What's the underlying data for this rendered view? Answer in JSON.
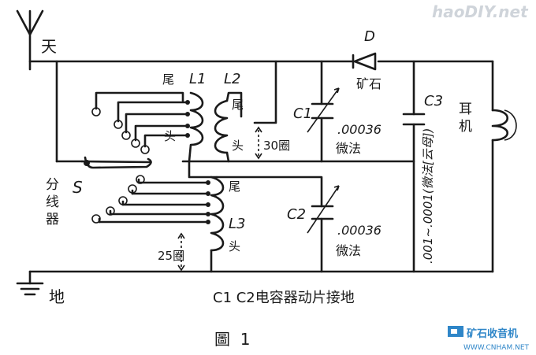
{
  "watermark_top": {
    "text": "haoDIY.net"
  },
  "watermark_bottom": {
    "line1": "矿石收音机",
    "line2": "WWW.CNHAM.NET"
  },
  "colors": {
    "ink": "#1a1a1a",
    "watermark": "#cfd4da",
    "watermark_badge": "#2f86c8",
    "background": "#ffffff"
  },
  "diagram": {
    "caption": "圖  1",
    "antenna_label": "天",
    "ground_label": "地",
    "tapper_label": "分\n线\n器",
    "switch_label": "S",
    "diode": {
      "id": "D",
      "label": "矿石"
    },
    "c3": {
      "id": "C3",
      "value": ".001~.0001(微法[云母])"
    },
    "earphone_label": "耳\n机",
    "l1": {
      "id": "L1",
      "tail": "尾",
      "head": "头"
    },
    "l2": {
      "id": "L2",
      "tail": "尾",
      "head": "头",
      "turns": "30圈"
    },
    "l3": {
      "id": "L3",
      "tail": "尾",
      "head": "头",
      "turns": "25圈"
    },
    "c1": {
      "id": "C1",
      "value": ".00036",
      "unit": "微法"
    },
    "c2": {
      "id": "C2",
      "value": ".00036",
      "unit": "微法"
    },
    "note": "C1 C2电容器动片接地"
  }
}
